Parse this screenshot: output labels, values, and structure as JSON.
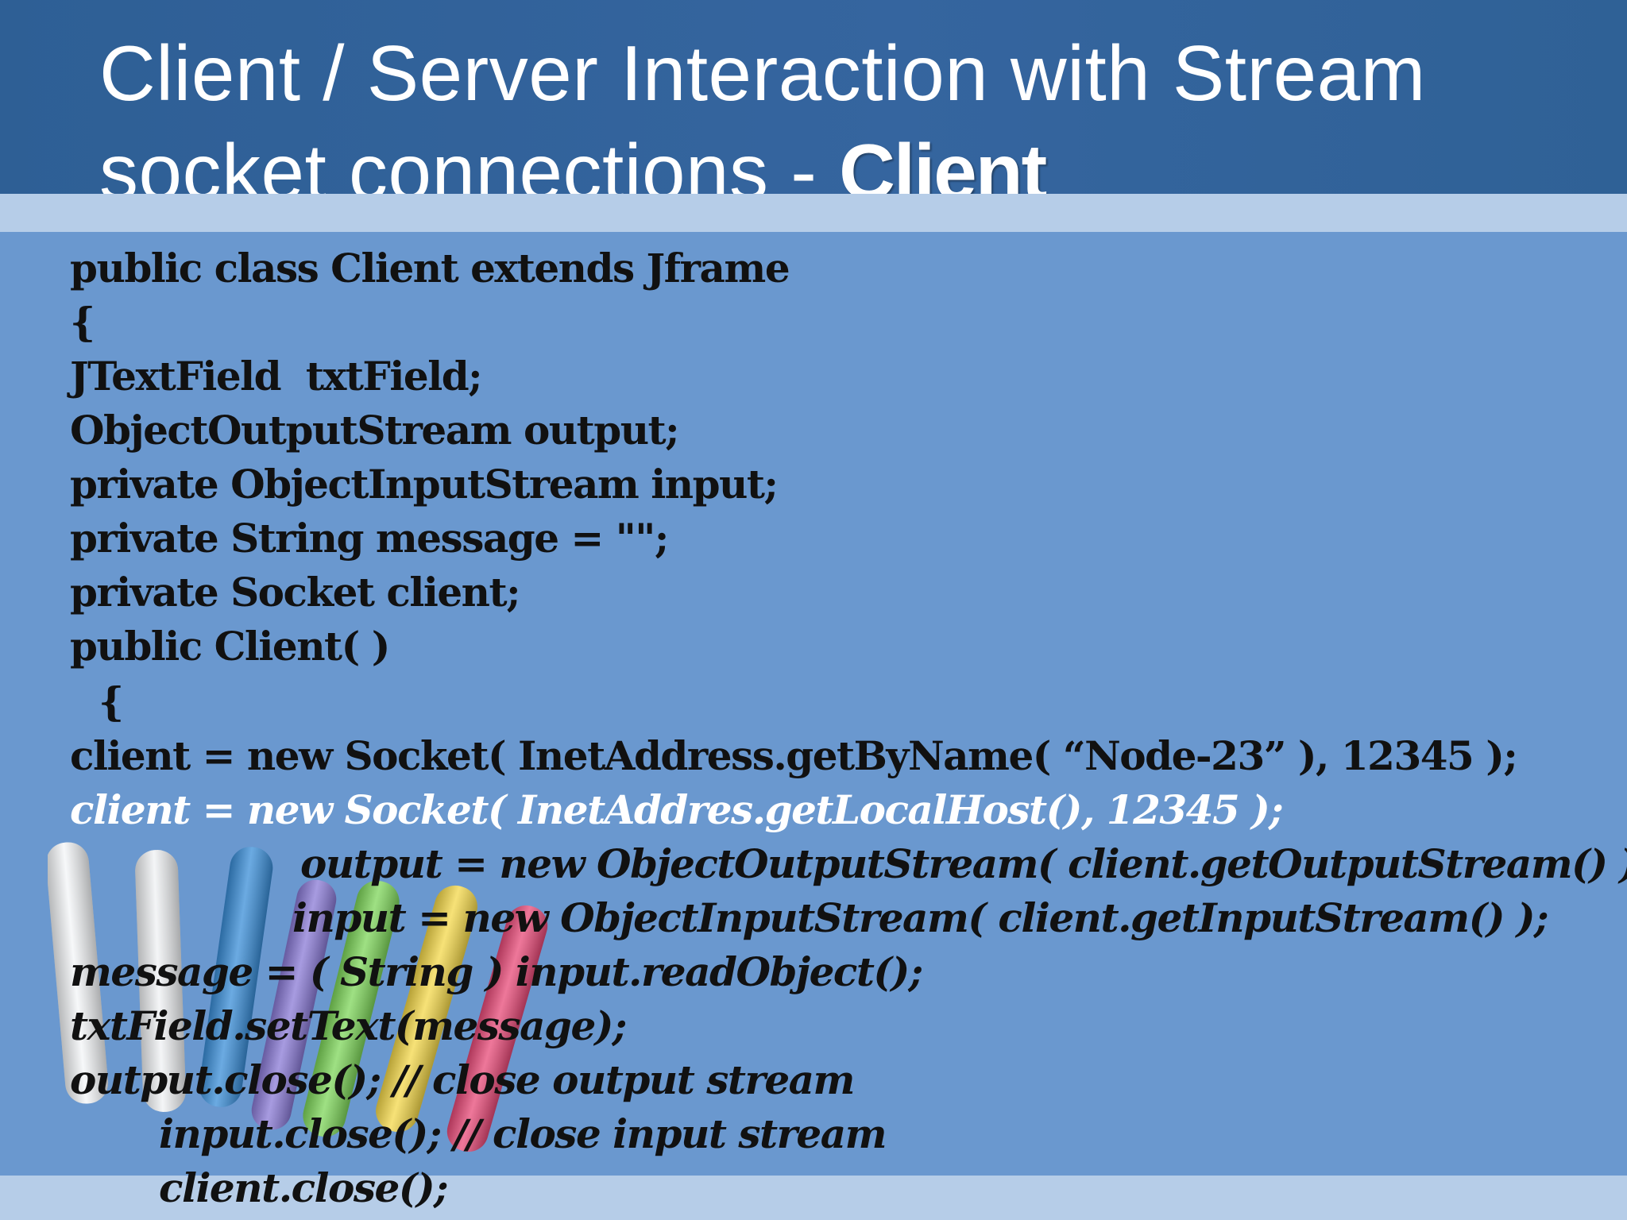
{
  "slide": {
    "title_main": "Client / Server Interaction with Stream socket connections - ",
    "title_bold": "Client"
  },
  "code": {
    "lines": [
      "public class Client extends Jframe",
      "{",
      "JTextField  txtField;",
      "ObjectOutputStream output;",
      "private ObjectInputStream input;",
      "private String message = \"\";",
      "private Socket client;",
      "public Client( )",
      "{",
      "client = new Socket( InetAddress.getByName( “Node-23” ), 12345 );",
      "client = new Socket( InetAddres.getLocalHost(), 12345 );",
      "output = new ObjectOutputStream( client.getOutputStream() );",
      "input = new ObjectInputStream( client.getInputStream() );",
      "message = ( String ) input.readObject();",
      "txtField.setText(message);",
      "output.close(); // close output stream",
      "input.close(); // close input stream",
      "client.close();"
    ]
  },
  "chalk": {
    "colors": [
      "#f4f6f8",
      "#f0f2f4",
      "#3a8ed8",
      "#8a7ad6",
      "#7ed65a",
      "#f4d84a",
      "#e84a78"
    ]
  }
}
